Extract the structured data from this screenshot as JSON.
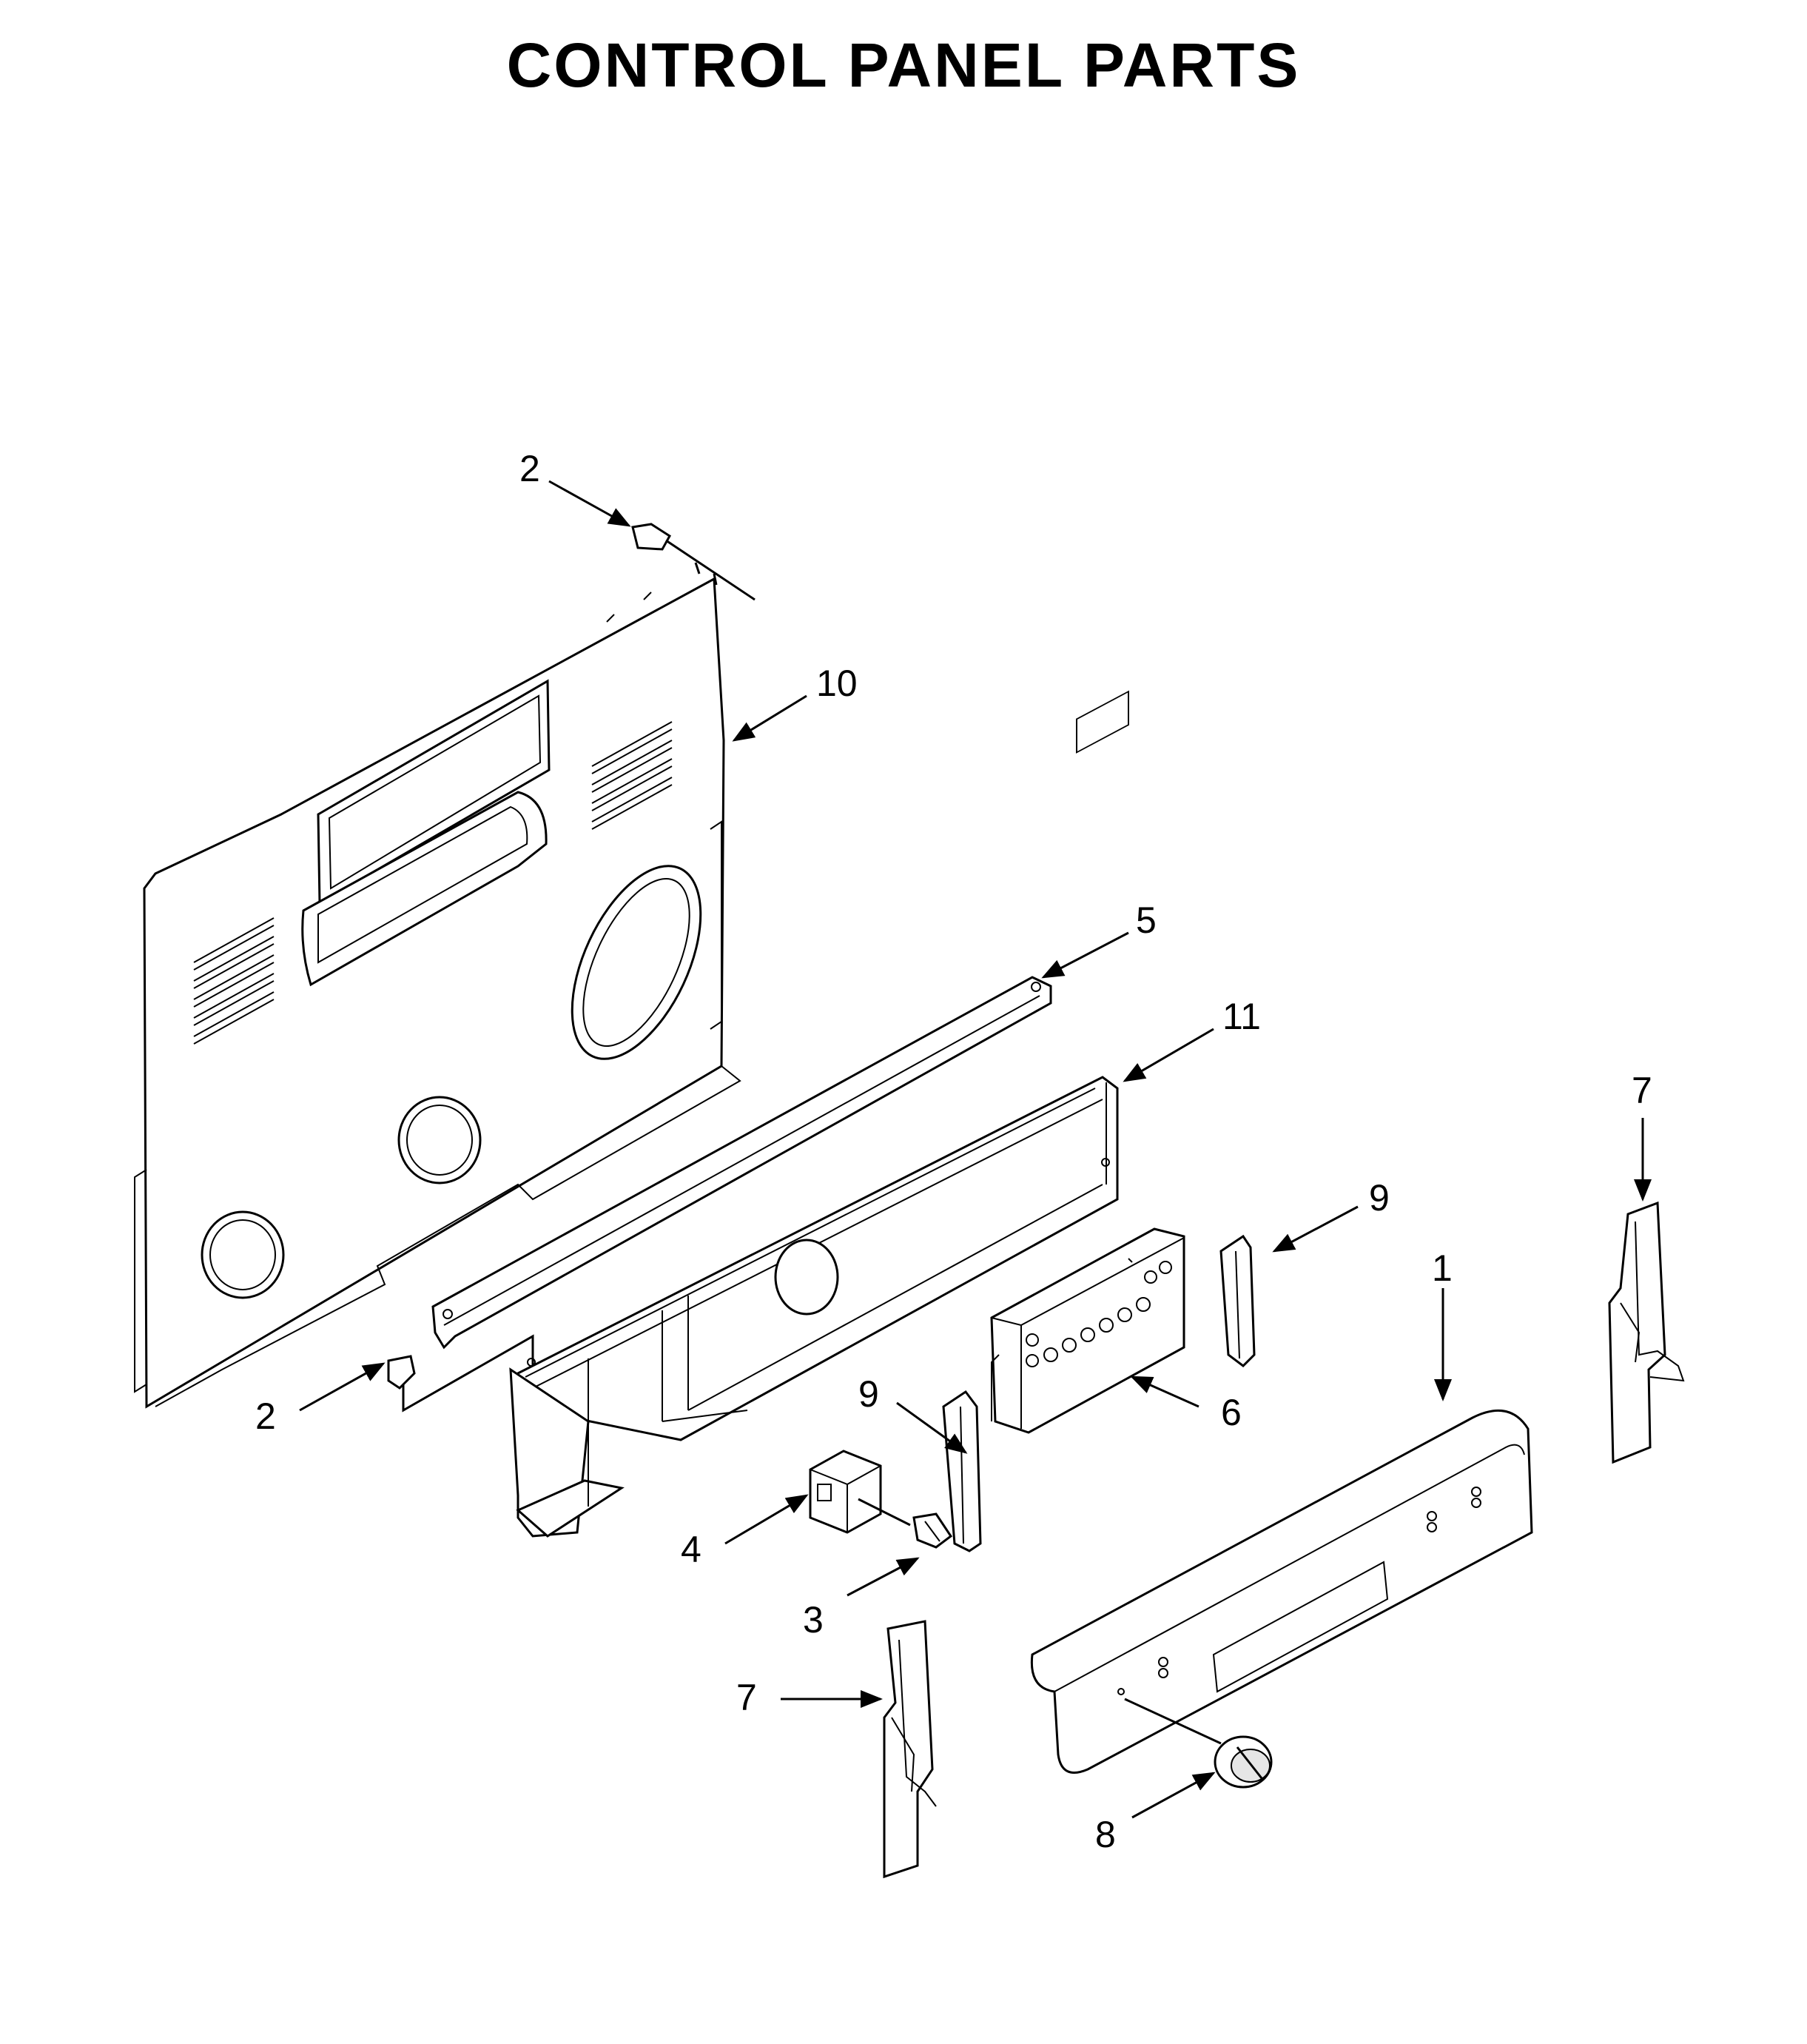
{
  "title": "CONTROL PANEL PARTS",
  "callouts": [
    "2",
    "10",
    "5",
    "11",
    "7",
    "9",
    "1",
    "2",
    "6",
    "9",
    "4",
    "3",
    "7",
    "8"
  ]
}
